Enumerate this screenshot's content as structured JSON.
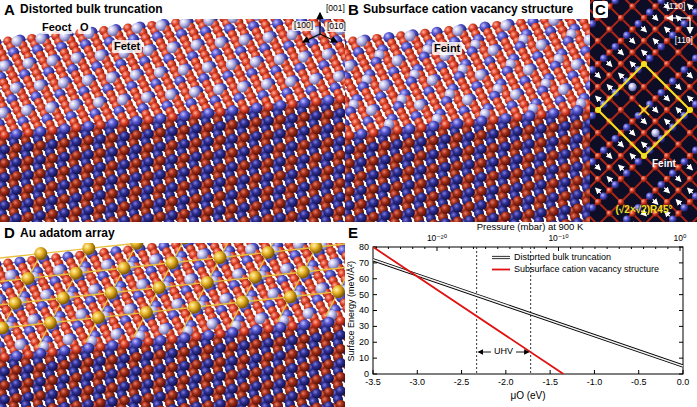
{
  "diagram": {
    "labels": [
      "A",
      "Distorted bulk truncation",
      "Feoct",
      "O",
      "Fetet",
      "[001]",
      "[100]",
      "[010]",
      "B",
      "Subsurface cation vacancy structure",
      "Feint",
      "C",
      "[1̄10]",
      "[110]",
      "Feint",
      "(√2×√2)R45°",
      "D",
      "Au adatom array",
      "E",
      "Pressure (mbar) at 900 K",
      "10⁻²⁰",
      "10⁻¹⁰",
      "10⁰",
      "80",
      "70",
      "60",
      "50",
      "40",
      "30",
      "20",
      "10",
      "0",
      "-3.5",
      "-3.0",
      "-2.5",
      "-2.0",
      "-1.5",
      "-1.0",
      "-0.5",
      "0.0",
      "Surface Energy (meV/Å²)",
      "μO (eV)",
      "UHV"
    ],
    "legend": [
      {
        "text": "Distorted bulk truncation"
      },
      {
        "text": "Subsurface cation vacancy structure"
      }
    ]
  }
}
